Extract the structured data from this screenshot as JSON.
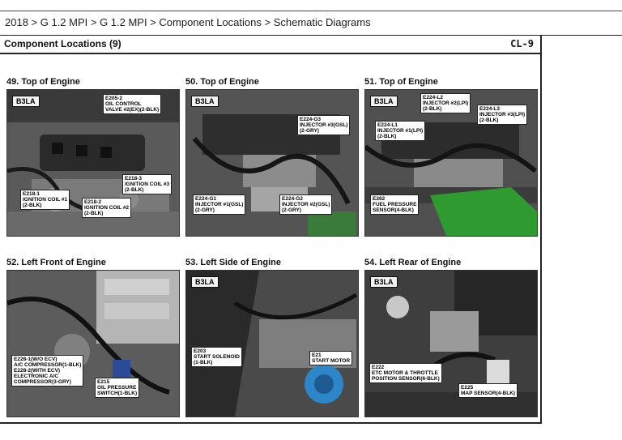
{
  "breadcrumb": "2018 > G 1.2 MPI > G 1.2 MPI > Component Locations > Schematic Diagrams",
  "sheet": {
    "title": "Component Locations (9)",
    "code": "CL-9"
  },
  "panels": [
    {
      "title": "49. Top of Engine",
      "tag": "B3LA",
      "labels": [
        "E205-2\nOIL CONTROL\nVALVE #2(EX)(2-BLK)",
        "E218-3\nIGNITION COIL #3\n(2-BLK)",
        "E218-1\nIGNITION COIL #1\n(2-BLK)",
        "E218-2\nIGNITION COIL #2\n(2-BLK)"
      ]
    },
    {
      "title": "50. Top of Engine",
      "tag": "B3LA",
      "labels": [
        "E224-G3\nINJECTOR #3(GSL)\n(2-GRY)",
        "E224-G1\nINJECTOR #1(GSL)\n(2-GRY)",
        "E224-G2\nINJECTOR #2(GSL)\n(2-GRY)"
      ]
    },
    {
      "title": "51. Top of Engine",
      "tag": "B3LA",
      "labels": [
        "E224-L2\nINJECTOR #2(LPI)\n(2-BLK)",
        "E224-L3\nINJECTOR #3(LPI)\n(2-BLK)",
        "E224-L1\nINJECTOR #1(LPI)\n(2-BLK)",
        "E262\nFUEL PRESSURE\nSENSOR(4-BLK)"
      ]
    },
    {
      "title": "52. Left Front of Engine",
      "tag": "",
      "labels": [
        "E228-1(W/O ECV)\nA/C COMPRESSOR(1-BLK)\nE228-2(WITH ECV)\nELECTRONIC A/C\nCOMPRESSOR(3-GRY)",
        "E215\nOIL PRESSURE\nSWITCH(1-BLK)"
      ]
    },
    {
      "title": "53. Left Side of Engine",
      "tag": "B3LA",
      "labels": [
        "E203\nSTART SOLENOID\n(1-BLK)",
        "E21\nSTART MOTOR"
      ]
    },
    {
      "title": "54. Left Rear of Engine",
      "tag": "B3LA",
      "labels": [
        "E222\nETC MOTOR & THROTTLE\nPOSITION SENSOR(6-BLK)",
        "E225\nMAP SENSOR(4-BLK)"
      ]
    }
  ]
}
